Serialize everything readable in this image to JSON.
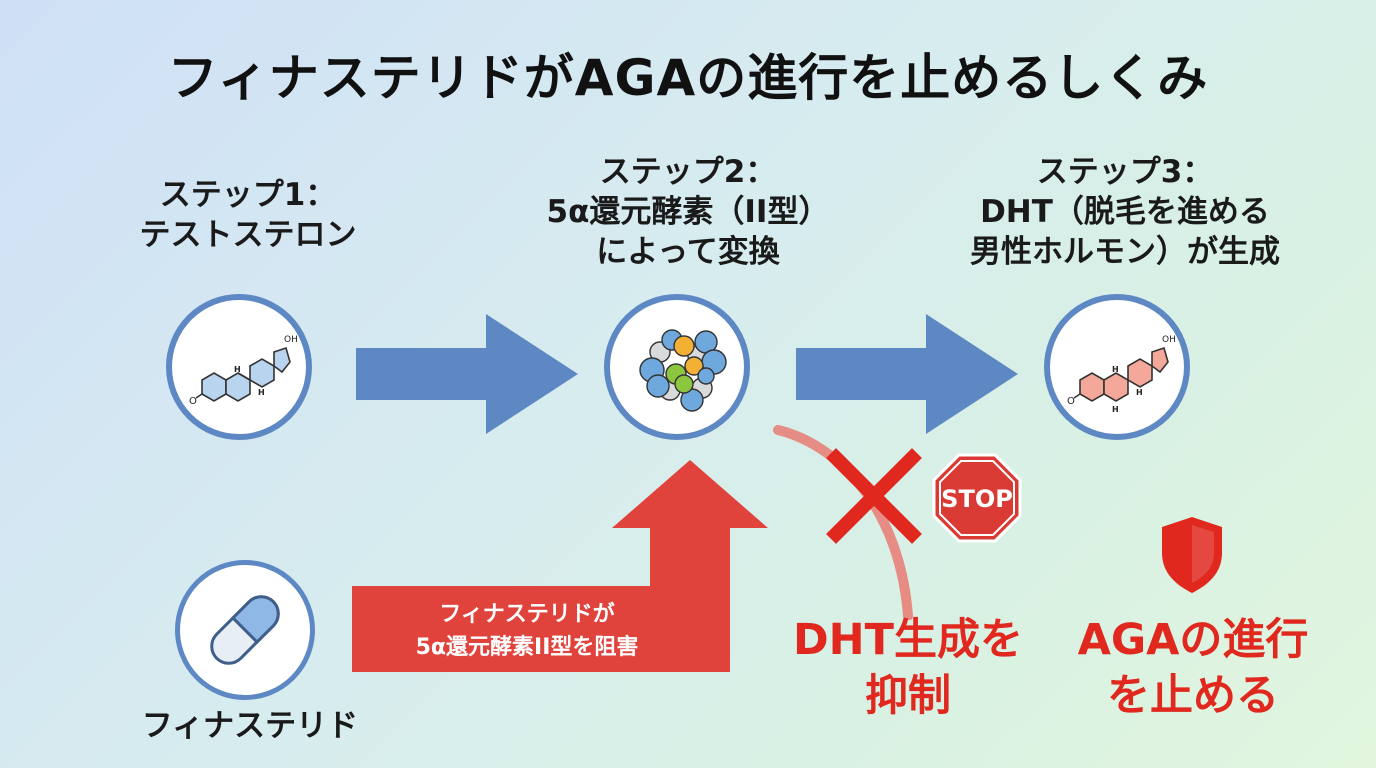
{
  "title": "フィナステリドがAGAの進行を止めるしくみ",
  "steps": [
    {
      "lines": [
        "ステップ1：",
        "テストステロン"
      ],
      "icon": "testosterone-molecule-icon"
    },
    {
      "lines": [
        "ステップ2：",
        "5α還元酵素（II型）",
        "によって変換"
      ],
      "icon": "enzyme-protein-icon"
    },
    {
      "lines": [
        "ステップ3：",
        "DHT（脱毛を進める",
        "男性ホルモン）が生成"
      ],
      "icon": "dht-molecule-icon"
    }
  ],
  "drug": {
    "label": "フィナステリド",
    "icon": "capsule-pill-icon"
  },
  "inhibit_arrow": {
    "lines": [
      "フィナステリドが",
      "5α還元酵素II型を阻害"
    ]
  },
  "stop_sign": {
    "text": "STOP"
  },
  "results": [
    {
      "lines": [
        "DHT生成を",
        "抑制"
      ],
      "icon": "red-x-icon"
    },
    {
      "lines": [
        "AGAの進行",
        "を止める"
      ],
      "icon": "shield-icon"
    }
  ],
  "colors": {
    "flow_arrow": "#5d88c4",
    "circle_border": "#5d88c4",
    "inhibit_red": "#e0423c",
    "result_red": "#e0281f"
  }
}
